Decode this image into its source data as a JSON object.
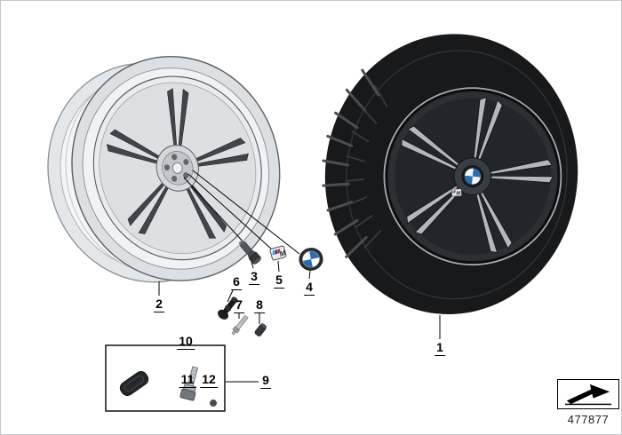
{
  "callouts": {
    "c1": "1",
    "c2": "2",
    "c3": "3",
    "c4": "4",
    "c5": "5",
    "c6": "6",
    "c7": "7",
    "c8": "8",
    "c9": "9",
    "c10": "10",
    "c11": "11",
    "c12": "12"
  },
  "footer": {
    "part_number": "477877"
  },
  "emblems": {
    "m": "M"
  },
  "colors": {
    "bmw_roundel_blue": "#2a6db0",
    "m_stripe_light_blue": "#4f9fd4",
    "m_stripe_dark_blue": "#23408f",
    "m_stripe_red": "#d2243a",
    "spoke_dark_gray": "#41464c",
    "rim_silver": "#dde0e3",
    "tire_black": "#17191b",
    "leader_line_black": "#000000"
  }
}
